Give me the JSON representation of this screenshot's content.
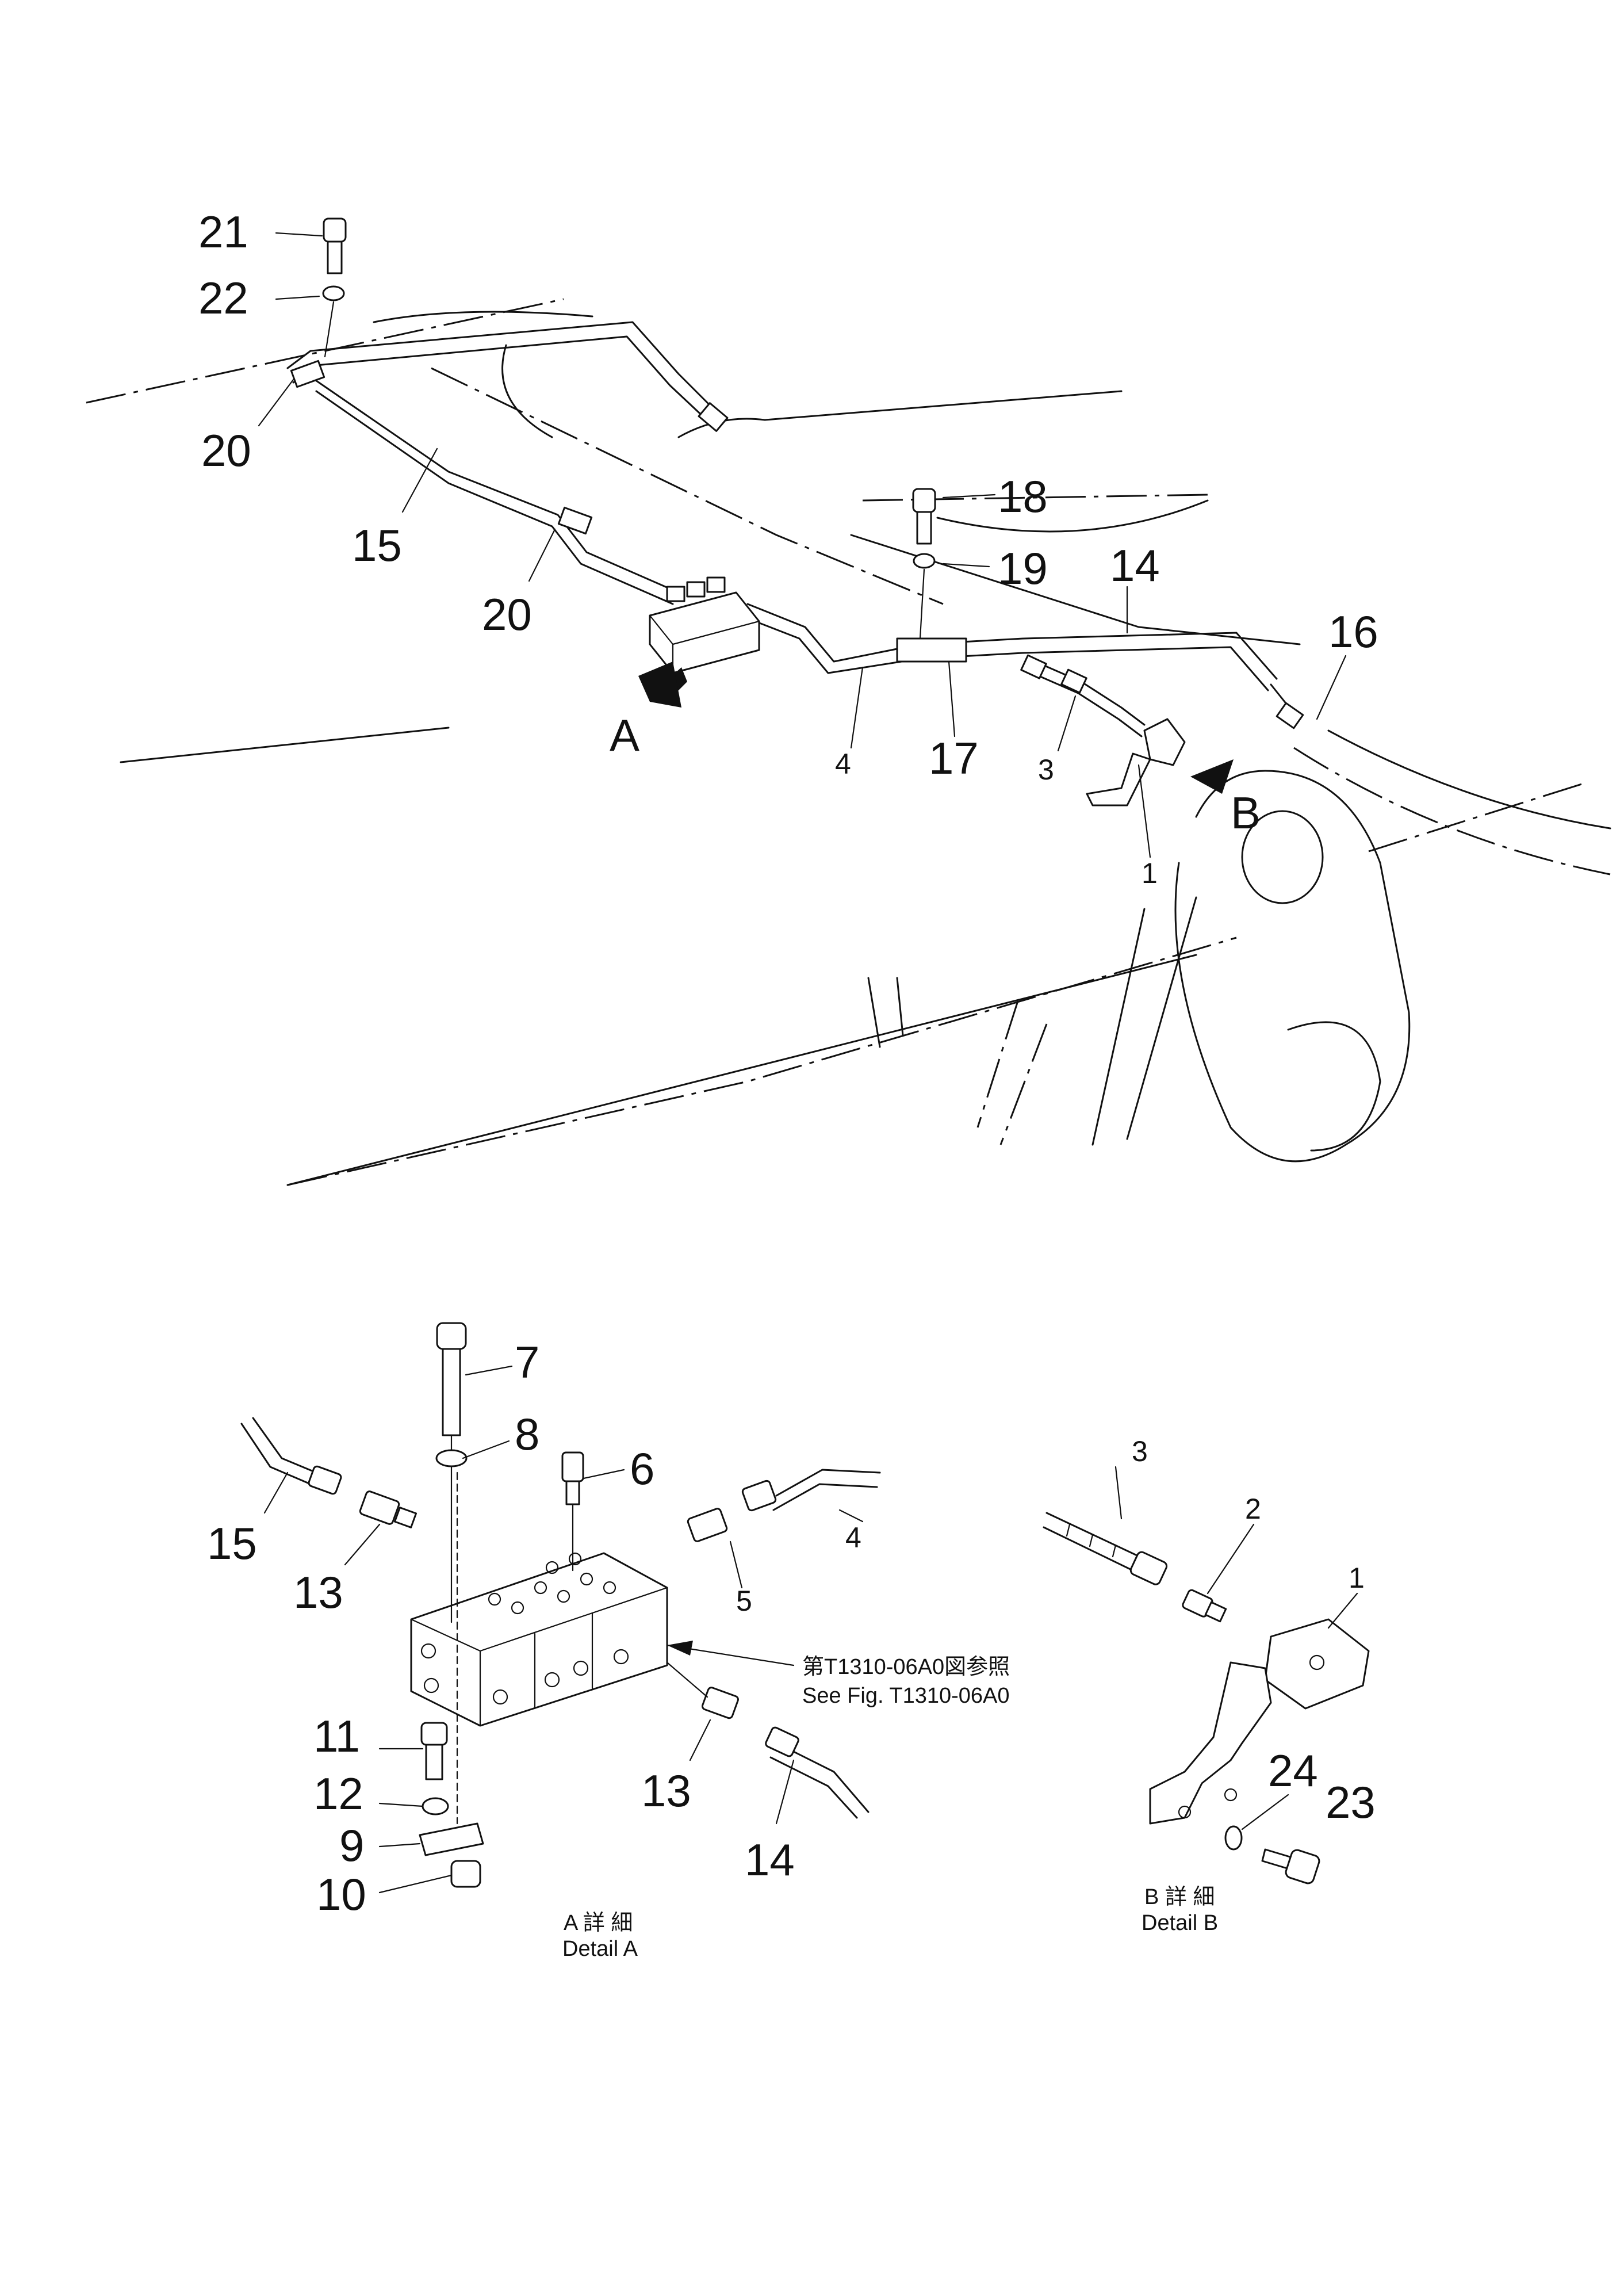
{
  "callouts_overview": {
    "n21": "21",
    "n22": "22",
    "n20a": "20",
    "n15": "15",
    "n20b": "20",
    "n18": "18",
    "n19": "19",
    "n14": "14",
    "n16": "16",
    "nA": "A",
    "n4": "4",
    "n17": "17",
    "n3": "3",
    "nB": "B",
    "n1": "1"
  },
  "detail_a": {
    "n7": "7",
    "n8": "8",
    "n6": "6",
    "n15": "15",
    "n13a": "13",
    "n4": "4",
    "n5": "5",
    "n11": "11",
    "n12": "12",
    "n9": "9",
    "n10": "10",
    "n13b": "13",
    "n14": "14",
    "ref_jp": "第T1310-06A0図参照",
    "ref_en": "See  Fig. T1310-06A0",
    "caption_jp": "A 詳 細",
    "caption_en": "Detail  A"
  },
  "detail_b": {
    "n3": "3",
    "n2": "2",
    "n1": "1",
    "n24": "24",
    "n23": "23",
    "caption_jp": "B 詳 細",
    "caption_en": "Detail  B"
  }
}
